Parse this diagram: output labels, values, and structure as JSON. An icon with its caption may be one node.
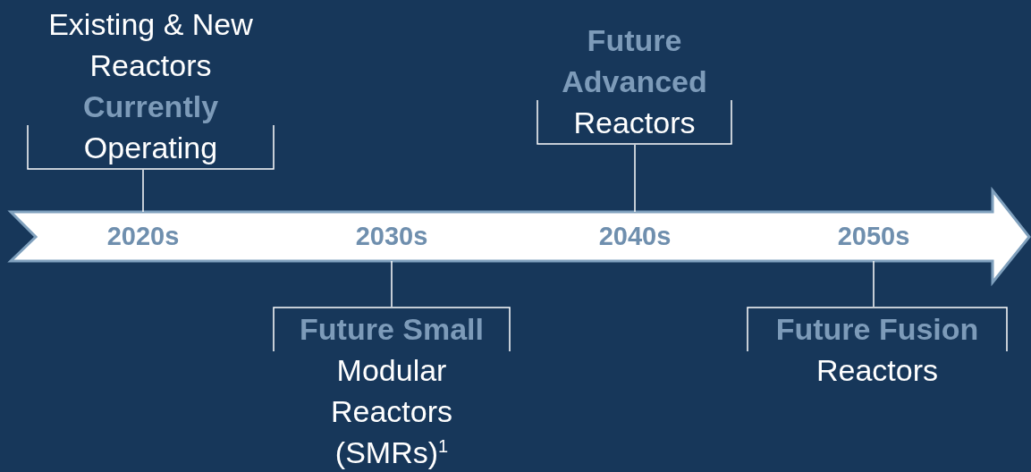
{
  "diagram": {
    "nodes": [
      {
        "text": [
          "Existing & New Reactors **Currently** Operating"
        ]
      },
      {
        "text": [
          "**Future Advanced** Reactors"
        ]
      },
      {
        "text": [
          "2020s"
        ]
      },
      {
        "text": [
          "2030s"
        ]
      },
      {
        "text": [
          "2040s"
        ]
      },
      {
        "text": [
          "2050s"
        ]
      },
      {
        "text": [
          "**Future Small** Modular Reactors (SMRs)$^{1}$"
        ]
      },
      {
        "text": [
          "**Future Fusion** Reactors"
        ]
      }
    ],
    "edges": [
      {
        "from": 0,
        "to": 2,
        "arrow": "none"
      },
      {
        "from": 1,
        "to": 4,
        "arrow": "none"
      },
      {
        "from": 3,
        "to": 6,
        "arrow": "none"
      },
      {
        "from": 5,
        "to": 7,
        "arrow": "none"
      }
    ]
  }
}
